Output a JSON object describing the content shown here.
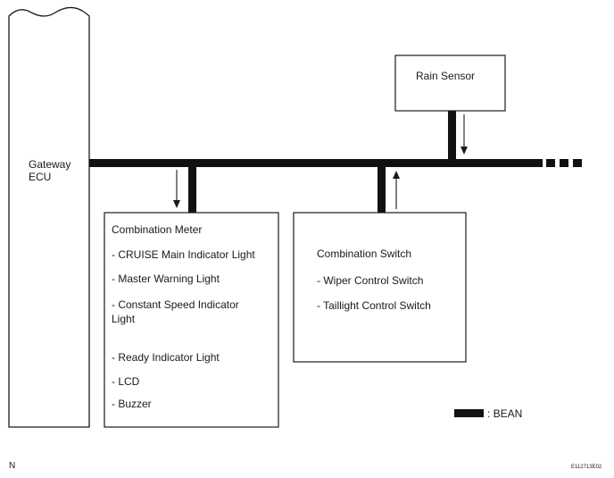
{
  "gateway": {
    "line1": "Gateway",
    "line2": "ECU"
  },
  "rain_sensor": {
    "label": "Rain Sensor"
  },
  "combination_meter": {
    "title": "Combination Meter",
    "items": [
      "- CRUISE Main Indicator Light",
      "- Master Warning Light",
      "- Constant Speed Indicator",
      "Light",
      "- Ready Indicator Light",
      "- LCD",
      "- Buzzer"
    ]
  },
  "combination_switch": {
    "title": "Combination Switch",
    "items": [
      "- Wiper Control Switch",
      "- Taillight Control Switch"
    ]
  },
  "legend": {
    "label": ": BEAN"
  },
  "footer": {
    "left_code": "N",
    "right_code": "E112713E02"
  }
}
